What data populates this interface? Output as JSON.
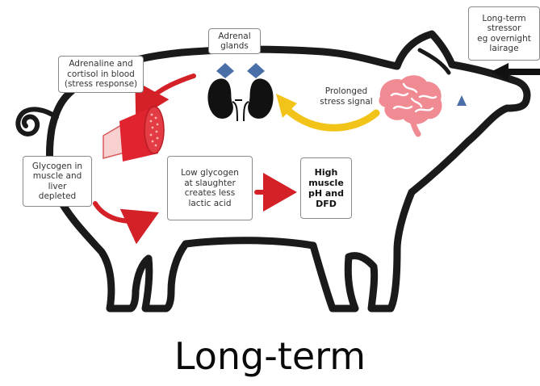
{
  "labels": {
    "adrenal_glands": "Adrenal\nglands",
    "adrenaline_cortisol": "Adrenaline and\ncortisol in blood\n(stress response)",
    "prolonged_stress": "Prolonged\nstress signal",
    "long_term_stressor": "Long-term\nstressor\neg overnight\nlairage",
    "glycogen_depleted": "Glycogen in\nmuscle and\nliver\ndepleted",
    "low_glycogen": "Low glycogen\nat slaughter\ncreates less\nlactic acid",
    "outcome": "High\nmuscle\npH and\nDFD"
  },
  "caption": "Long-term",
  "colors": {
    "outline": "#1a1a1a",
    "red_arrow": "#d42027",
    "yellow_arrow": "#f2c318",
    "brain": "#f08a93",
    "muscle": "#e0242f",
    "gland": "#4a6fa8",
    "kidney": "#111111"
  }
}
